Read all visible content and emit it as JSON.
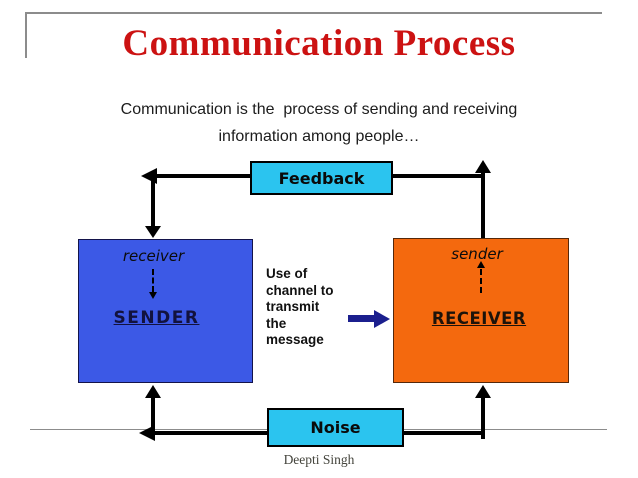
{
  "title": "Communication Process",
  "subtitle": {
    "line1": "Communication is the  process of sending and receiving",
    "line2": "information among people…"
  },
  "diagram": {
    "feedback_label": "Feedback",
    "noise_label": "Noise",
    "sender_box": {
      "corner_label": "receiver",
      "name": "SENDER"
    },
    "receiver_box": {
      "corner_label": "sender",
      "name": "RECEIVER"
    },
    "channel_note": "Use of\nchannel to\ntransmit\nthe\nmessage"
  },
  "footer_credit": "Deepti Singh",
  "colors": {
    "title_red": "#cc1212",
    "box_cyan": "#2bc4ef",
    "box_blue": "#3c59e6",
    "box_orange": "#f4690e",
    "arrow_navy": "#1b1f8e",
    "connector_black": "#000000",
    "frame_gray": "#8c8c8c"
  }
}
